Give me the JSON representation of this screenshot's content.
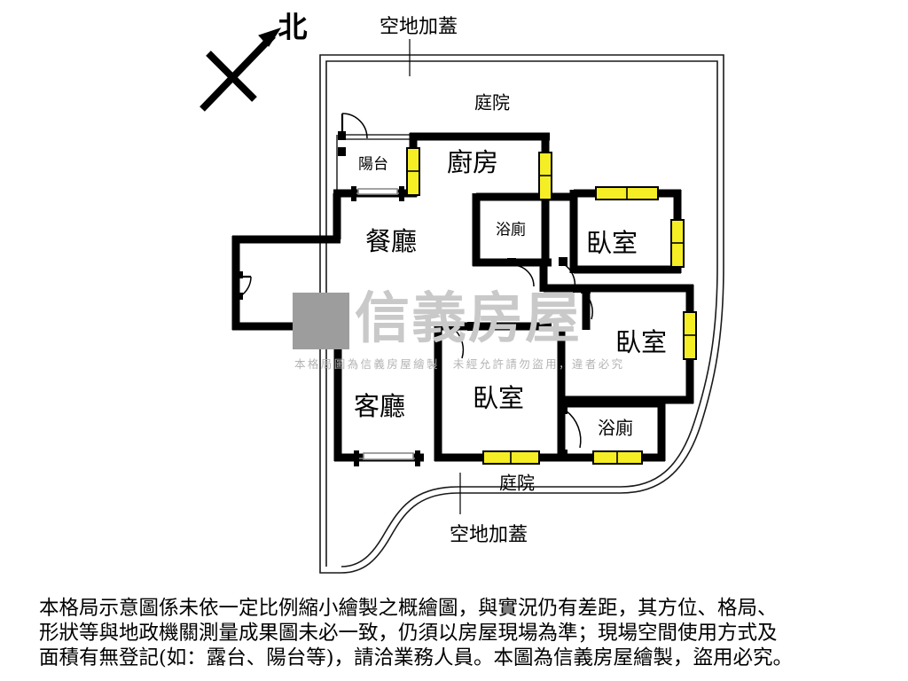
{
  "document": {
    "type": "floor-plan",
    "orientation_marker": "北"
  },
  "annotations": {
    "north_label": "北",
    "top_structure_label": "空地加蓋",
    "bottom_structure_label": "空地加蓋",
    "top_courtyard_label": "庭院",
    "bottom_courtyard_label": "庭院"
  },
  "rooms": [
    {
      "id": "balcony",
      "label": "陽台",
      "size": "sm"
    },
    {
      "id": "kitchen",
      "label": "廚房",
      "size": "lg"
    },
    {
      "id": "dining",
      "label": "餐廳",
      "size": "lg"
    },
    {
      "id": "bath-upper",
      "label": "浴廁",
      "size": "sm"
    },
    {
      "id": "bedroom-1",
      "label": "臥室",
      "size": "lg"
    },
    {
      "id": "bedroom-2",
      "label": "臥室",
      "size": "lg"
    },
    {
      "id": "bedroom-3",
      "label": "臥室",
      "size": "lg"
    },
    {
      "id": "living",
      "label": "客廳",
      "size": "lg"
    },
    {
      "id": "bath-lower",
      "label": "浴廁",
      "size": "md"
    }
  ],
  "watermark": {
    "brand": "信義房屋",
    "notice": "本格局圖為信義房屋繪製　未經允許請勿盜用，違者必究"
  },
  "disclaimer": {
    "line1": "本格局示意圖係未依一定比例縮小繪製之概繪圖，與實況仍有差距，其方位、格局、",
    "line2": "形狀等與地政機關測量成果圖未必一致，仍須以房屋現場為準；現場空間使用方式及",
    "line3": "面積有無登記(如：露台、陽台等)，請洽業務人員。本圖為信義房屋繪製，盜用必究。"
  },
  "colors": {
    "wall": "#000000",
    "window_fill": "#f5ee25",
    "outer_boundary": "#1a1a1a",
    "watermark_text": "#c9c9c9",
    "background": "#ffffff"
  },
  "legend_elements": {
    "window": "window-symbol",
    "door": "door-swing-symbol",
    "sliding_door": "sliding-door-symbol"
  }
}
